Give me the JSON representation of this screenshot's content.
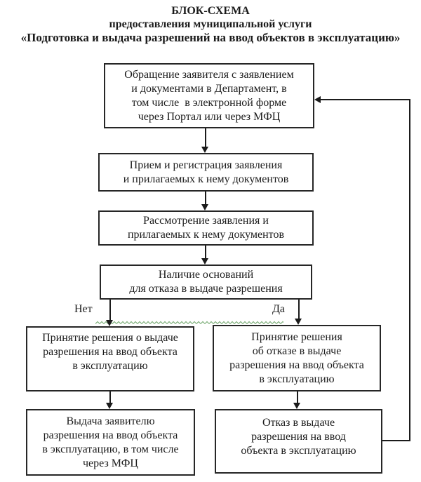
{
  "title": {
    "line1": "БЛОК-СХЕМА",
    "line2": "предоставления муниципальной услуги",
    "line3": "«Подготовка и выдача разрешений на ввод объектов в эксплуатацию»"
  },
  "branch_labels": {
    "no": "Нет",
    "yes": "Да"
  },
  "colors": {
    "text": "#1b1b1b",
    "box_border": "#262626",
    "connector_line": "#1b1b1b",
    "wavy_underline_green": "#7fb07c",
    "background": "#ffffff"
  },
  "boxes": {
    "applicant_request": {
      "lines": [
        "Обращение заявителя с заявлением",
        "и документами в Департамент, в",
        "том числе  в электронной форме",
        "через Портал или через МФЦ"
      ]
    },
    "reception_registration": {
      "lines": [
        "Прием и регистрация заявления",
        "и прилагаемых к нему документов"
      ]
    },
    "application_review": {
      "lines": [
        "Рассмотрение заявления и",
        "прилагаемых к нему документов"
      ]
    },
    "refusal_grounds_check": {
      "lines": [
        "Наличие оснований",
        "для отказа в выдаче разрешения"
      ]
    },
    "decision_issue_permit": {
      "lines": [
        "Принятие решения о выдаче",
        "разрешения на ввод объекта",
        "в эксплуатацию"
      ]
    },
    "decision_refuse_permit": {
      "lines": [
        "Принятие решения",
        "об отказе в выдаче",
        "разрешения на ввод объекта",
        "в эксплуатацию"
      ]
    },
    "issue_permit_to_applicant": {
      "lines": [
        "Выдача заявителю",
        "разрешения на ввод объекта",
        "в эксплуатацию, в том числе",
        "через МФЦ"
      ]
    },
    "refusal_of_permit": {
      "lines": [
        "Отказ в выдаче",
        "разрешения на ввод",
        "объекта в эксплуатацию"
      ]
    }
  }
}
